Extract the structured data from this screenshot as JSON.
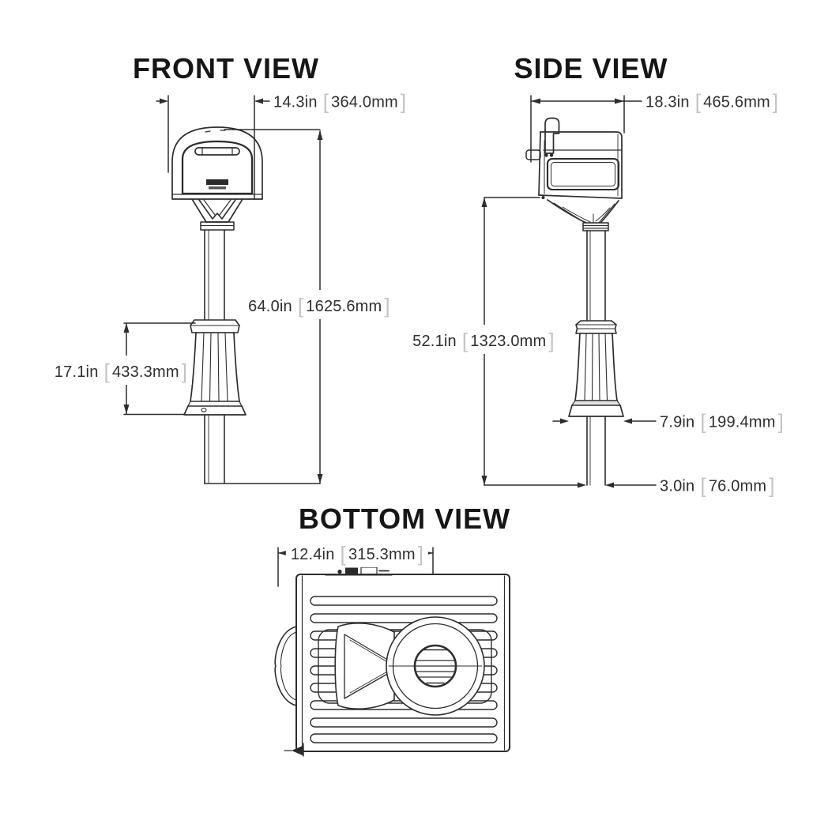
{
  "front_view": {
    "title": "FRONT VIEW",
    "width_in": "14.3in",
    "width_mm": "364.0mm",
    "height_in": "64.0in",
    "height_mm": "1625.6mm",
    "base_height_in": "17.1in",
    "base_height_mm": "433.3mm"
  },
  "side_view": {
    "title": "SIDE VIEW",
    "depth_in": "18.3in",
    "depth_mm": "465.6mm",
    "post_height_in": "52.1in",
    "post_height_mm": "1323.0mm",
    "base_width_in": "7.9in",
    "base_width_mm": "199.4mm",
    "stake_width_in": "3.0in",
    "stake_width_mm": "76.0mm"
  },
  "bottom_view": {
    "title": "BOTTOM VIEW",
    "edge_to_center_in": "12.4in",
    "edge_to_center_mm": "315.3mm"
  },
  "drawing": {
    "line_color": "#2d2d2d",
    "bracket_color": "#c4c4c4",
    "background": "#ffffff"
  }
}
